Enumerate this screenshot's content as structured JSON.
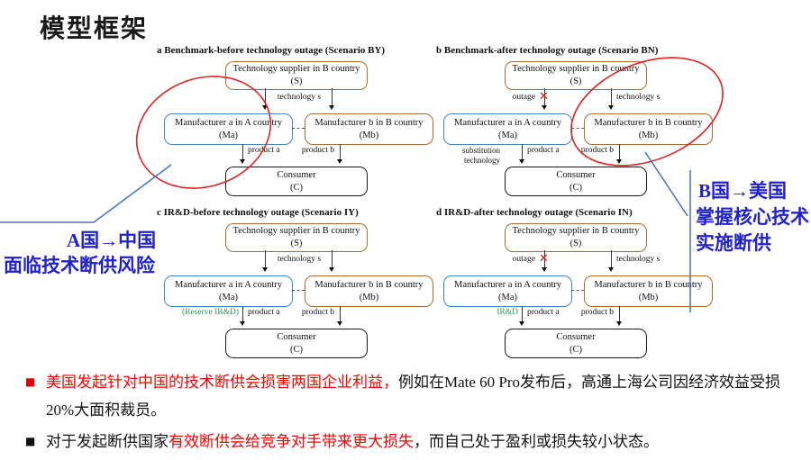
{
  "title": "模型框架",
  "icons": {
    "bullet": "■",
    "red_x": "✕"
  },
  "colors": {
    "supplier_border": "#b06c2e",
    "manufacturer_a_border": "#3f88c5",
    "manufacturer_b_border": "#b06c2e",
    "consumer_border": "#1a1a1a",
    "red_annotation": "#e02222",
    "blue_line": "#4472c4",
    "blue_note_text": "#2222cc",
    "green_label": "#2a9d5c",
    "red_text": "#ff0000"
  },
  "diagrams": [
    {
      "title": "a  Benchmark-before technology outage (Scenario BY)",
      "supplier1": "Technology supplier in B country",
      "supplier2": "(S)",
      "tech_label": "technology s",
      "ma1": "Manufacturer a in A country",
      "ma2": "(Ma)",
      "mb1": "Manufacturer b in B country",
      "mb2": "(Mb)",
      "product_a": "product a",
      "product_b": "product b",
      "consumer1": "Consumer",
      "consumer2": "(C)"
    },
    {
      "title": "b  Benchmark-after technology outage (Scenario BN)",
      "supplier1": "Technology supplier in B country",
      "supplier2": "(S)",
      "outage_label": "outage",
      "tech_label": "technology s",
      "ma1": "Manufacturer a in A country",
      "ma2": "(Ma)",
      "mb1": "Manufacturer b in B country",
      "mb2": "(Mb)",
      "extra_label1": "substitution",
      "extra_label2": "technology",
      "product_a": "product a",
      "product_b": "product b",
      "consumer1": "Consumer",
      "consumer2": "(C)"
    },
    {
      "title": "c  IR&D-before technology outage (Scenario IY)",
      "supplier1": "Technology supplier in B country",
      "supplier2": "(S)",
      "tech_label": "technology s",
      "ma1": "Manufacturer a in A country",
      "ma2": "(Ma)",
      "mb1": "Manufacturer b in B country",
      "mb2": "(Mb)",
      "extra_label": "(Reserve IR&D)",
      "product_a": "product a",
      "product_b": "product b",
      "consumer1": "Consumer",
      "consumer2": "(C)"
    },
    {
      "title": "d  IR&D-after technology outage (Scenario IN)",
      "supplier1": "Technology supplier in B country",
      "supplier2": "(S)",
      "outage_label": "outage",
      "tech_label": "technology s",
      "ma1": "Manufacturer a in A country",
      "ma2": "(Ma)",
      "mb1": "Manufacturer b in B country",
      "mb2": "(Mb)",
      "extra_label": "IR&D",
      "product_a": "product a",
      "product_b": "product b",
      "consumer1": "Consumer",
      "consumer2": "(C)"
    }
  ],
  "annotations": {
    "left": {
      "line1": "A国→中国",
      "line2": "面临技术断供风险"
    },
    "right": {
      "line1": "B国→美国",
      "line2": "掌握核心技术",
      "line3": "实施断供"
    }
  },
  "bullets": [
    {
      "seg1": "美国发起针对中国的技术断供会损害两国企业利益，",
      "seg2": "例如在Mate 60 Pro发布后，高通上海公司因经济效益受损20%大面积裁员。"
    },
    {
      "seg1": "对于发起断供国家",
      "seg2": "有效断供会给竞争对手带来更大损失",
      "seg3": "，而自己处于盈利或损失较小状态。"
    }
  ]
}
